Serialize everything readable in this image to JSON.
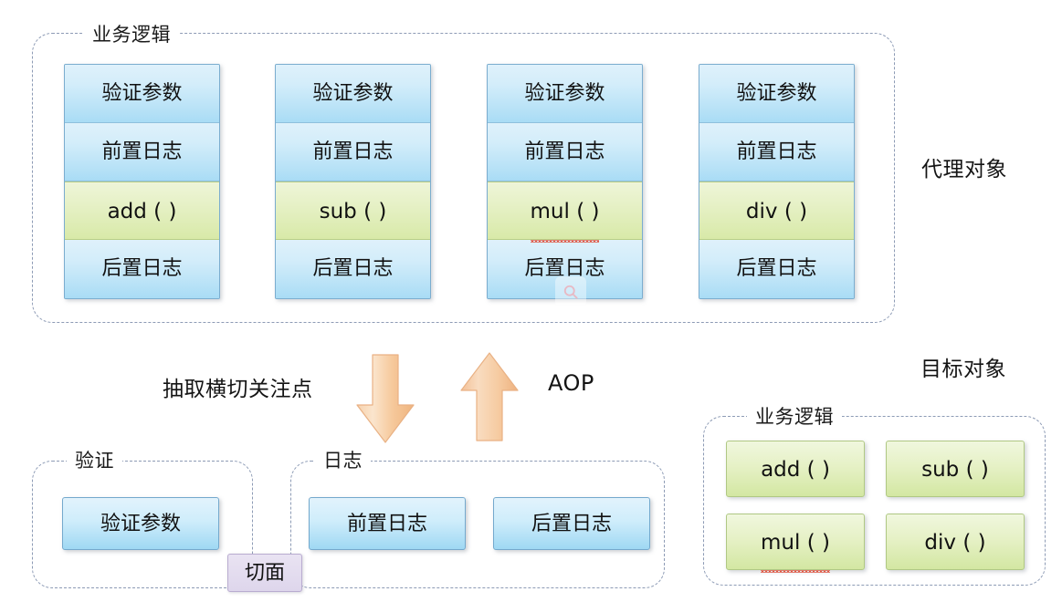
{
  "proxy_section": {
    "group_label": "业务逻辑",
    "side_label": "代理对象",
    "cards": [
      {
        "rows": [
          "验证参数",
          "前置日志",
          "add ( )",
          "后置日志"
        ],
        "method_index": 2
      },
      {
        "rows": [
          "验证参数",
          "前置日志",
          "sub ( )",
          "后置日志"
        ],
        "method_index": 2
      },
      {
        "rows": [
          "验证参数",
          "前置日志",
          "mul ( )",
          "后置日志"
        ],
        "method_index": 2
      },
      {
        "rows": [
          "验证参数",
          "前置日志",
          "div ( )",
          "后置日志"
        ],
        "method_index": 2
      }
    ]
  },
  "middle": {
    "extract_label": "抽取横切关注点",
    "aop_label": "AOP",
    "down_arrow_icon": "arrow-down-icon",
    "up_arrow_icon": "arrow-up-icon"
  },
  "aspect_section": {
    "chip_label": "切面",
    "validate_group": {
      "label": "验证",
      "items": [
        "验证参数"
      ]
    },
    "log_group": {
      "label": "日志",
      "items": [
        "前置日志",
        "后置日志"
      ]
    }
  },
  "target_section": {
    "side_label": "目标对象",
    "group_label": "业务逻辑",
    "methods": [
      "add ( )",
      "sub ( )",
      "mul ( )",
      "div ( )"
    ]
  },
  "watermark": {
    "icon": "magnifier-watermark-icon"
  },
  "colors": {
    "blue_cell": "#cfeaf8",
    "blue_border": "#7badcf",
    "green_cell": "#e6f1c6",
    "green_border": "#b0c884",
    "dashed_border": "#8d9bb5",
    "arrow_orange": "#f5c28d",
    "chip_purple": "#ded6ec",
    "text": "#111111"
  }
}
